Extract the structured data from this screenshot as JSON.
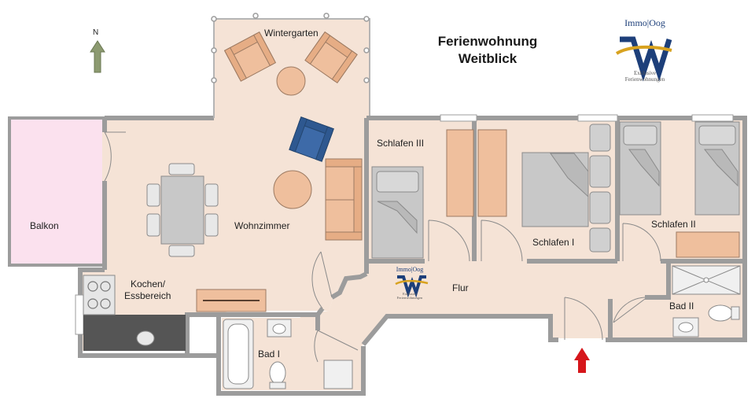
{
  "title": {
    "line1": "Ferienwohnung",
    "line2": "Weitblick"
  },
  "compass": {
    "label": "N",
    "icon": "north-arrow-icon"
  },
  "logo": {
    "brand": "Immo|Oog",
    "monogram": "W",
    "tagline_1": "Exklusive",
    "tagline_2": "Ferienwohnungen"
  },
  "rooms": {
    "wintergarten": "Wintergarten",
    "balkon": "Balkon",
    "wohnzimmer": "Wohnzimmer",
    "kochen_1": "Kochen/",
    "kochen_2": "Essbereich",
    "schlafen_3": "Schlafen III",
    "schlafen_1": "Schlafen I",
    "schlafen_2": "Schlafen II",
    "flur": "Flur",
    "bad_1": "Bad I",
    "bad_2": "Bad II"
  },
  "entrance": {
    "icon": "entrance-arrow-icon"
  },
  "colors": {
    "floor": "#f5e3d6",
    "wall": "#9c9c9c",
    "balcony": "#fbe1ee",
    "furniture_wood": "#efbf9d",
    "bed": "#c8c8c8",
    "armchair_blue": "#3d6aa8",
    "kitchen": "#555555",
    "arrow_green": "#8c9a70",
    "arrow_red": "#d6161b",
    "logo_blue": "#1d3f7a",
    "logo_gold": "#d8a21f"
  }
}
